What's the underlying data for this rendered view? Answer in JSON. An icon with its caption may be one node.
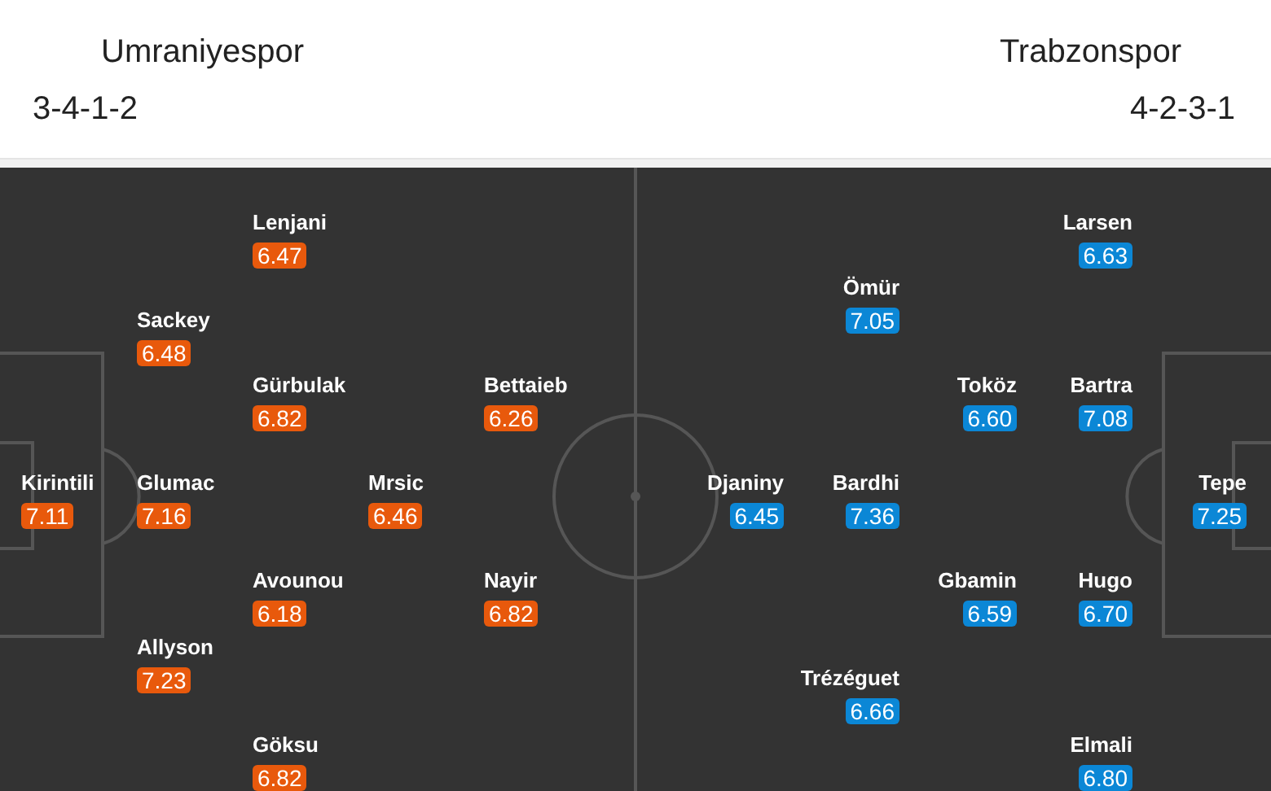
{
  "diagram": {
    "nodes": [
      {
        "text": [
          "Lenjani",
          "6.47"
        ]
      },
      {
        "text": [
          "Larsen",
          "6.63"
        ]
      },
      {
        "text": [
          "Ömür",
          "7.05"
        ]
      },
      {
        "text": [
          "Sackey",
          "6.48"
        ]
      },
      {
        "text": [
          "Gürbulak",
          "6.82"
        ]
      },
      {
        "text": [
          "Bettaieb",
          "6.26"
        ]
      },
      {
        "text": [
          "Toköz",
          "6.60"
        ]
      },
      {
        "text": [
          "Bartra",
          "7.08"
        ]
      },
      {
        "text": [
          "Kirintili",
          "7.11"
        ]
      },
      {
        "text": [
          "Glumac",
          "7.16"
        ]
      },
      {
        "text": [
          "Mrsic",
          "6.46"
        ]
      },
      {
        "text": [
          "Djaniny",
          "6.45"
        ]
      },
      {
        "text": [
          "Bardhi",
          "7.36"
        ]
      },
      {
        "text": [
          "Tepe",
          "7.25"
        ]
      },
      {
        "text": [
          "Avounou",
          "6.18"
        ]
      },
      {
        "text": [
          "Nayir",
          "6.82"
        ]
      },
      {
        "text": [
          "Gbamin",
          "6.59"
        ]
      },
      {
        "text": [
          "Hugo",
          "6.70"
        ]
      },
      {
        "text": [
          "Allyson",
          "7.23"
        ]
      },
      {
        "text": [
          "Trézéguet",
          "6.66"
        ]
      },
      {
        "text": [
          "Göksu",
          "6.82"
        ]
      },
      {
        "text": [
          "Elmali",
          "6.80"
        ]
      }
    ],
    "labels": [
      "Umraniyespor",
      "Trabzonspor",
      "3-4-1-2",
      "4-2-3-1"
    ]
  }
}
